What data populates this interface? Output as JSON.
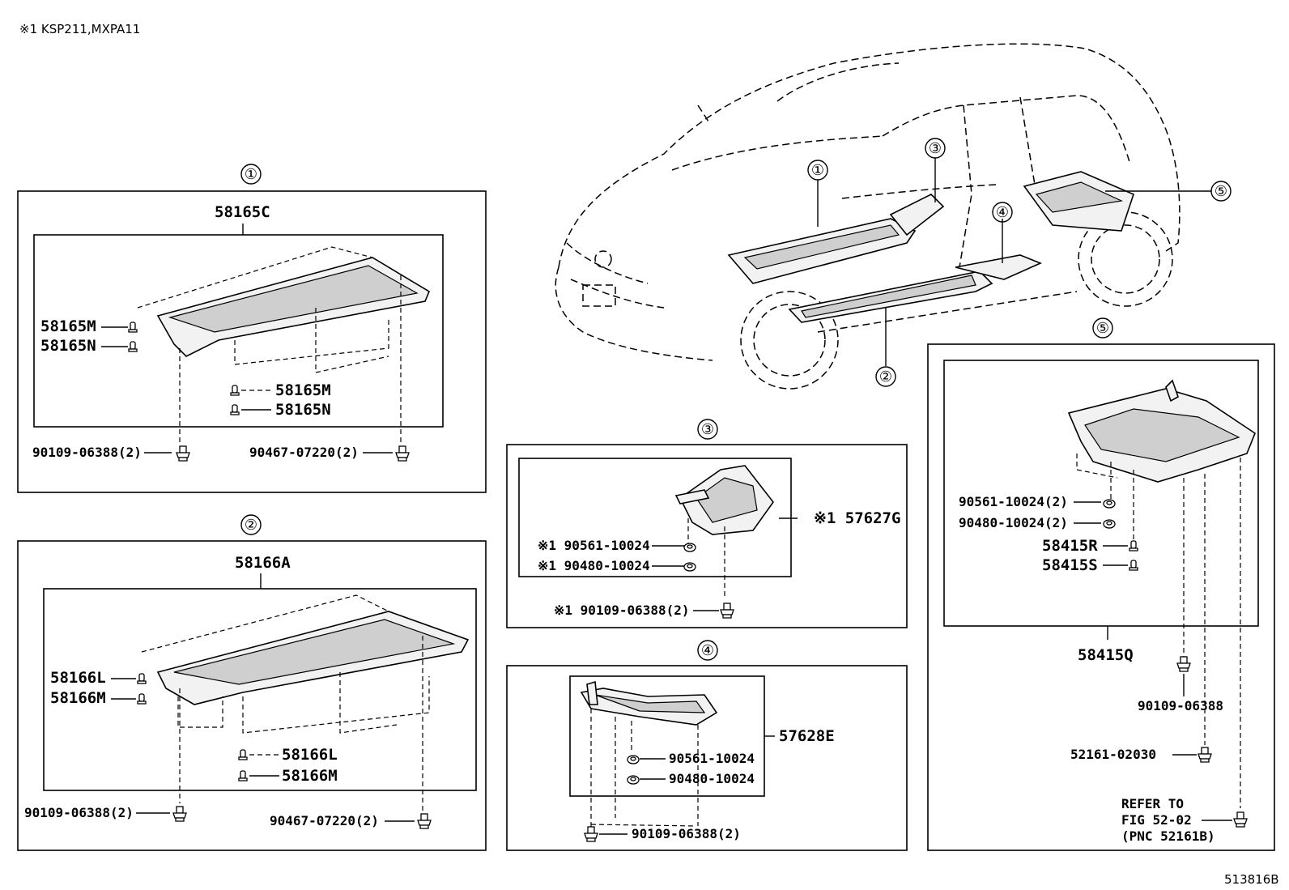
{
  "note": "※1  KSP211,MXPA11",
  "drawing_number": "513816B",
  "car_callouts": [
    "①",
    "②",
    "③",
    "④",
    "⑤"
  ],
  "panels": {
    "p1": {
      "index": "①",
      "assembly": "58165C",
      "left_clips": [
        "58165M",
        "58165N"
      ],
      "center_clips": [
        "58165M",
        "58165N"
      ],
      "bottom_left": "90109-06388(2)",
      "bottom_right": "90467-07220(2)"
    },
    "p2": {
      "index": "②",
      "assembly": "58166A",
      "left_clips": [
        "58166L",
        "58166M"
      ],
      "center_clips": [
        "58166L",
        "58166M"
      ],
      "bottom_left": "90109-06388(2)",
      "bottom_right": "90467-07220(2)"
    },
    "p3": {
      "index": "③",
      "assembly": "※1 57627G",
      "nut": "※1 90561-10024",
      "nut2": "※1 90480-10024",
      "bolt": "※1 90109-06388(2)"
    },
    "p4": {
      "index": "④",
      "assembly": "57628E",
      "nut": "90561-10024",
      "nut2": "90480-10024",
      "bolt": "90109-06388(2)"
    },
    "p5": {
      "index": "⑤",
      "nut": "90561-10024(2)",
      "nut2": "90480-10024(2)",
      "clip_r": "58415R",
      "clip_s": "58415S",
      "assembly": "58415Q",
      "bolt": "90109-06388",
      "screw": "52161-02030",
      "refer_1": "REFER TO",
      "refer_2": "FIG 52-02",
      "refer_3": "(PNC 52161B)"
    }
  }
}
